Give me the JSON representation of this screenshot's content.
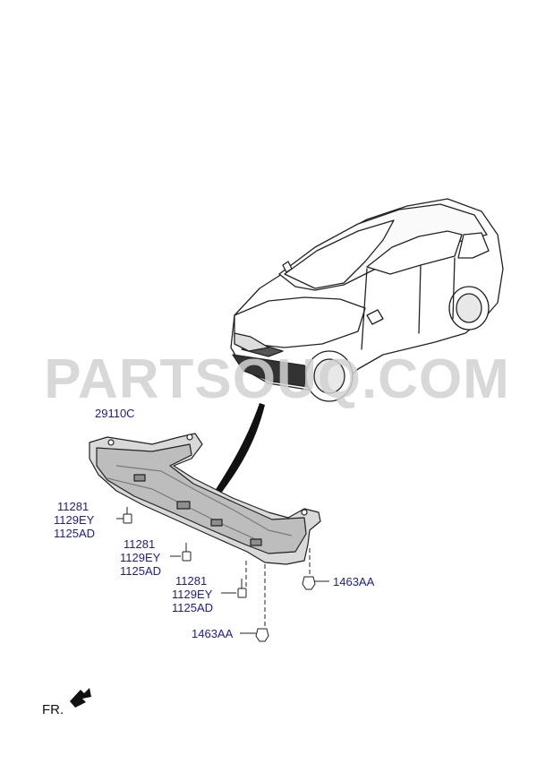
{
  "watermark": "PARTSOUQ.COM",
  "part_labels": {
    "guard": "29110C",
    "group_a": [
      "11281",
      "1129EY",
      "1125AD"
    ],
    "group_b": [
      "11281",
      "1129EY",
      "1125AD"
    ],
    "group_c": [
      "11281",
      "1129EY",
      "1125AD"
    ],
    "clip_right": "1463AA",
    "clip_bottom": "1463AA"
  },
  "direction_label": "FR.",
  "colors": {
    "label": "#1a1aa8",
    "line": "#222222",
    "watermark": "#d2d2d2"
  }
}
